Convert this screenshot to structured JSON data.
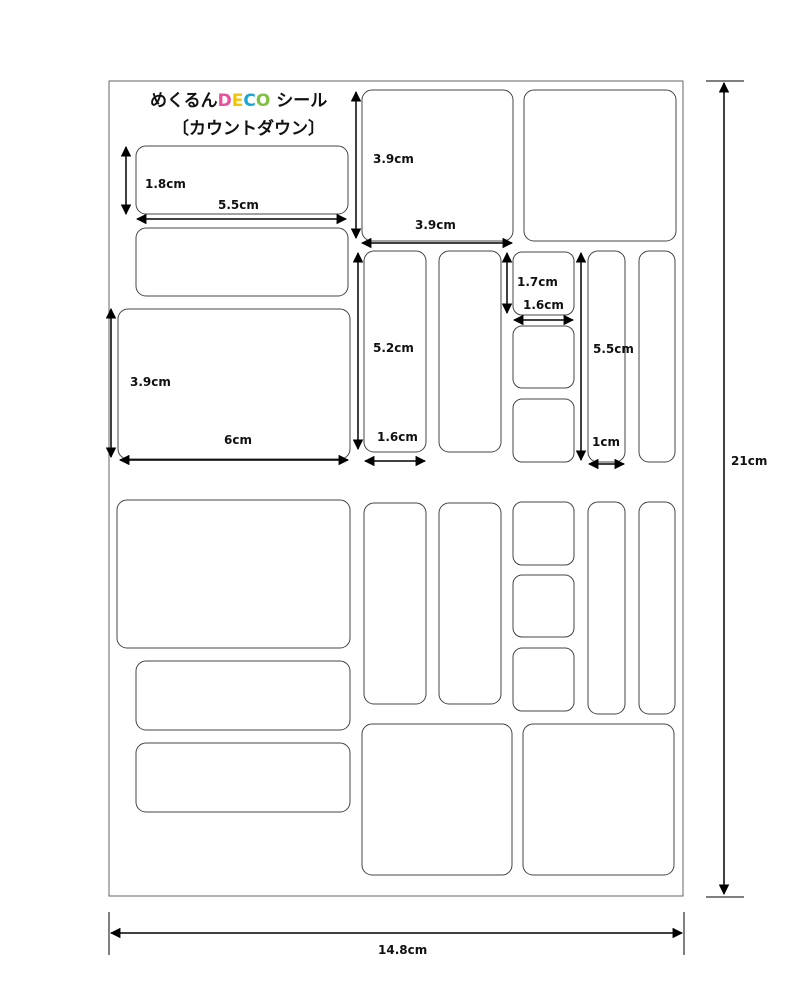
{
  "title": {
    "part1": "めくるん",
    "decoLetters": [
      {
        "ch": "D",
        "color": "#e94f9a"
      },
      {
        "ch": "E",
        "color": "#f2c400"
      },
      {
        "ch": "C",
        "color": "#16a7d8"
      },
      {
        "ch": "O",
        "color": "#7fc241"
      }
    ],
    "part2": " シール",
    "subtitle": "〔カウントダウン〕"
  },
  "dimensions": {
    "total_width": "14.8cm",
    "total_height": "21cm",
    "small_rect_height": "1.8cm",
    "small_rect_width": "5.5cm",
    "large_rect_height": "3.9cm",
    "large_rect_width": "6cm",
    "square_height": "3.9cm",
    "square_width": "3.9cm",
    "tall_height": "5.2cm",
    "tall_width": "1.6cm",
    "mini_square_height": "1.7cm",
    "mini_square_width": "1.6cm",
    "narrow_height": "5.5cm",
    "narrow_width": "1cm"
  },
  "colors": {
    "outline": "#444444",
    "arrow": "#000000"
  }
}
